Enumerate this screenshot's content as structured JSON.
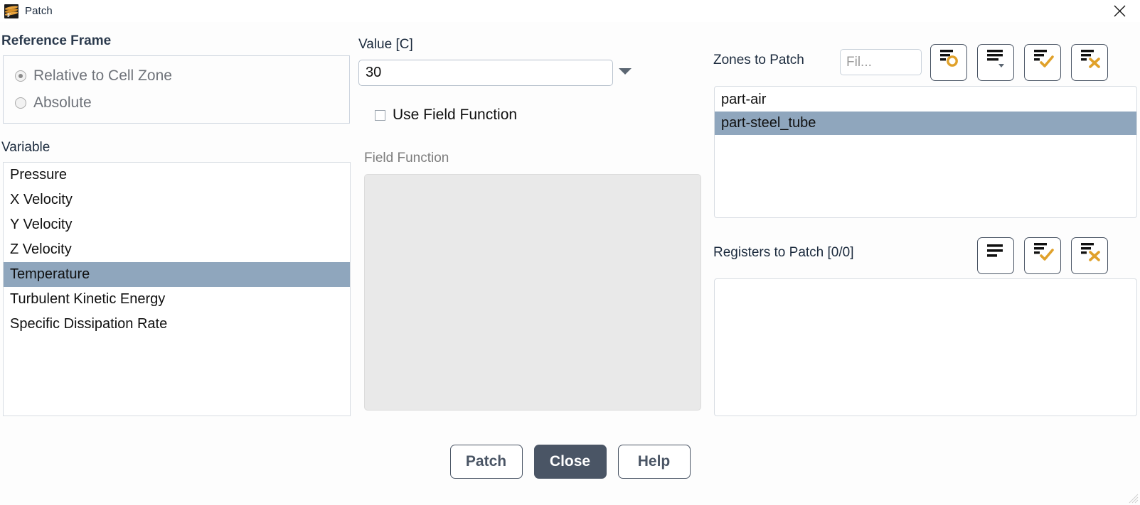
{
  "window": {
    "title": "Patch",
    "app_icon": "ansys-fluent-icon",
    "close_icon": "close-icon"
  },
  "reference_frame": {
    "title": "Reference Frame",
    "options": [
      {
        "label": "Relative to Cell Zone",
        "selected": true
      },
      {
        "label": "Absolute",
        "selected": false
      }
    ]
  },
  "variable": {
    "title": "Variable",
    "items": [
      {
        "label": "Pressure",
        "selected": false
      },
      {
        "label": "X Velocity",
        "selected": false
      },
      {
        "label": "Y Velocity",
        "selected": false
      },
      {
        "label": "Z Velocity",
        "selected": false
      },
      {
        "label": "Temperature",
        "selected": true
      },
      {
        "label": "Turbulent Kinetic Energy",
        "selected": false
      },
      {
        "label": "Specific Dissipation Rate",
        "selected": false
      }
    ]
  },
  "value": {
    "label": "Value [C]",
    "input_value": "30",
    "dropdown_icon": "chevron-down-icon"
  },
  "use_field_function": {
    "label": "Use Field Function",
    "checked": false
  },
  "field_function": {
    "label": "Field Function",
    "content": "",
    "disabled": true
  },
  "zones": {
    "label": "Zones to Patch",
    "filter_placeholder": "Fil...",
    "filter_value": "",
    "items": [
      {
        "label": "part-air",
        "selected": false
      },
      {
        "label": "part-steel_tube",
        "selected": true
      }
    ],
    "toolbar": [
      {
        "name": "list-select-circle-button",
        "icon": "list-circle-icon"
      },
      {
        "name": "list-options-button",
        "icon": "list-dropdown-icon"
      },
      {
        "name": "select-all-button",
        "icon": "list-check-icon"
      },
      {
        "name": "deselect-all-button",
        "icon": "list-x-icon"
      }
    ]
  },
  "registers": {
    "label": "Registers to Patch [0/0]",
    "items": [],
    "toolbar": [
      {
        "name": "registers-list-button",
        "icon": "list-icon"
      },
      {
        "name": "registers-select-all-button",
        "icon": "list-check-icon"
      },
      {
        "name": "registers-deselect-all-button",
        "icon": "list-x-icon"
      }
    ]
  },
  "footer": {
    "patch_label": "Patch",
    "close_label": "Close",
    "help_label": "Help"
  },
  "colors": {
    "selection": "#8fa6bd",
    "accent_orange": "#e0a12a",
    "primary_button": "#4a5565",
    "title_text": "#1b2a3d",
    "disabled_panel": "#e9e9e9"
  }
}
